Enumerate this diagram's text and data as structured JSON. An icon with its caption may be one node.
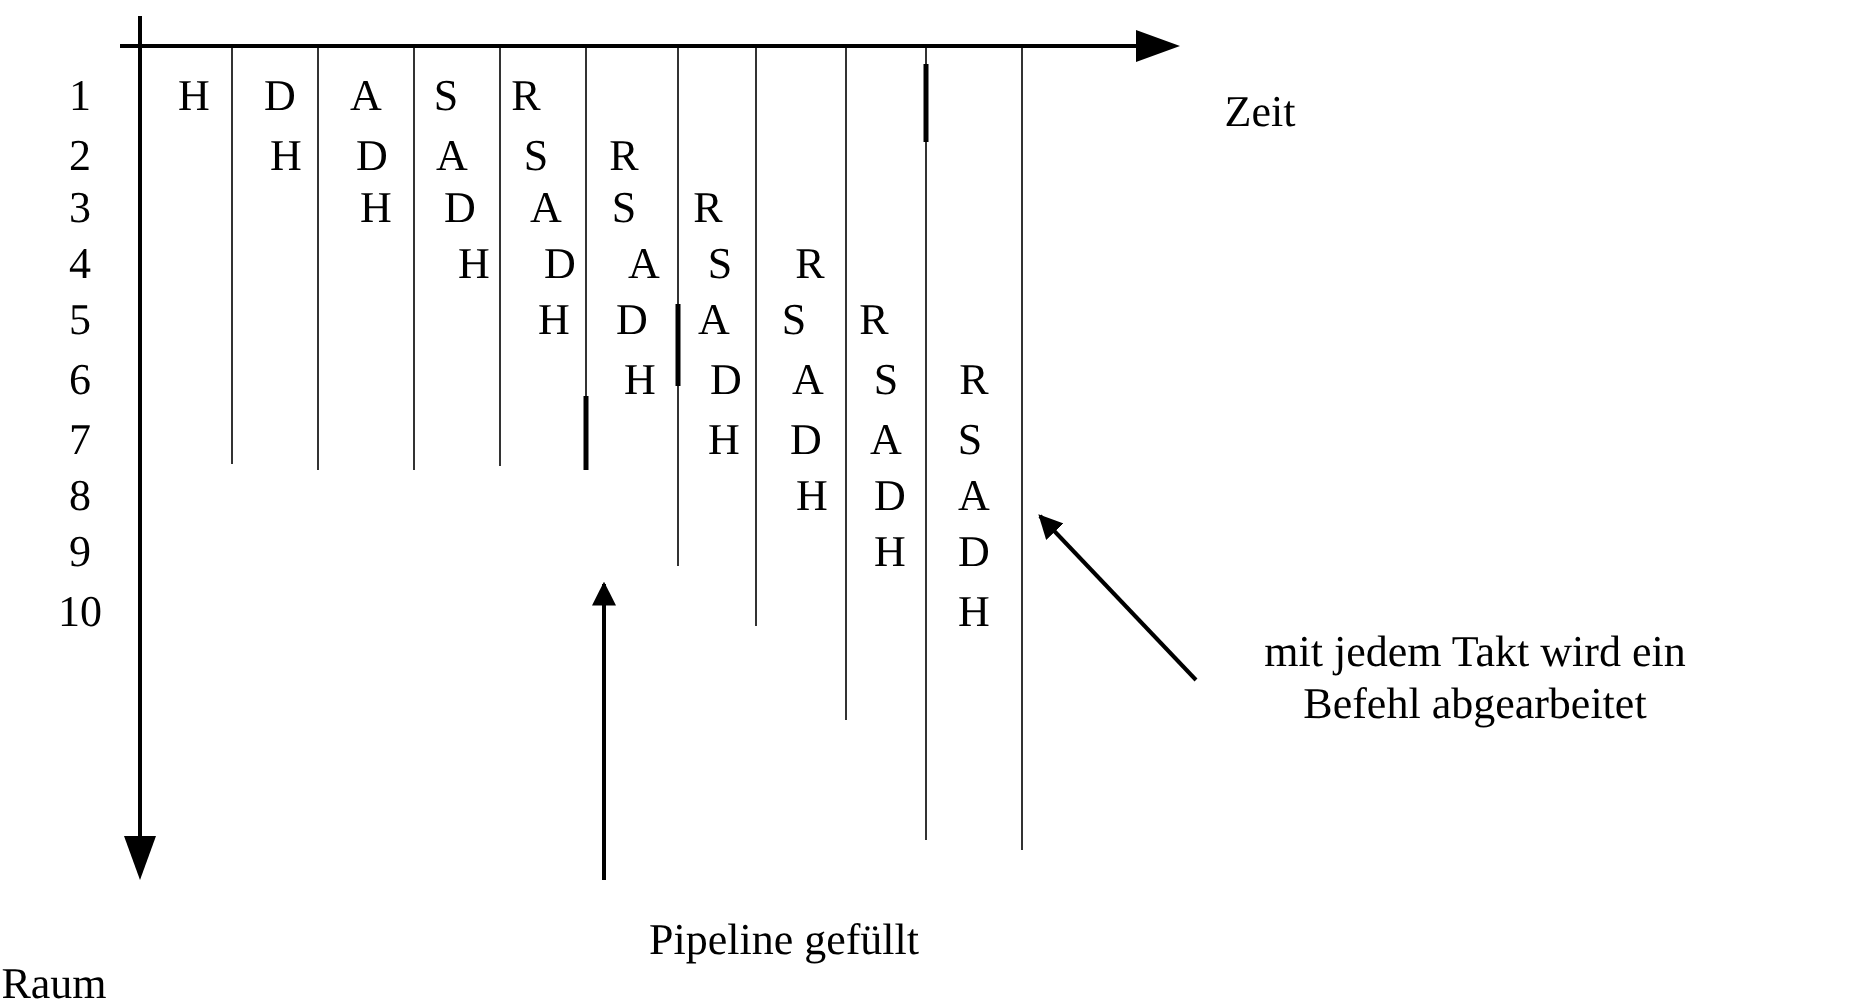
{
  "diagram": {
    "nodes": [
      {
        "text": [
          "Pipeline gefüllt"
        ]
      },
      {
        "text": [
          "mit jedem Takt wird ein Befehl abgearbeitet"
        ]
      }
    ],
    "edges": [
      {
        "from": 0,
        "to": null,
        "arrow": "to"
      },
      {
        "from": 1,
        "to": null,
        "arrow": "to"
      }
    ],
    "labels": [
      "Zeit",
      "1",
      "H",
      "D",
      "A",
      "S",
      "R",
      "2",
      "H",
      "D",
      "A",
      "S",
      "R",
      "3",
      "H",
      "D",
      "A",
      "S",
      "R",
      "4",
      "H",
      "D",
      "A",
      "S",
      "R",
      "5",
      "H",
      "D",
      "A",
      "S",
      "R",
      "6",
      "H",
      "D",
      "A",
      "S",
      "R",
      "7",
      "H",
      "D",
      "A",
      "S",
      "8",
      "H",
      "D",
      "A",
      "9",
      "H",
      "D",
      "10",
      "H",
      "Raum"
    ]
  }
}
